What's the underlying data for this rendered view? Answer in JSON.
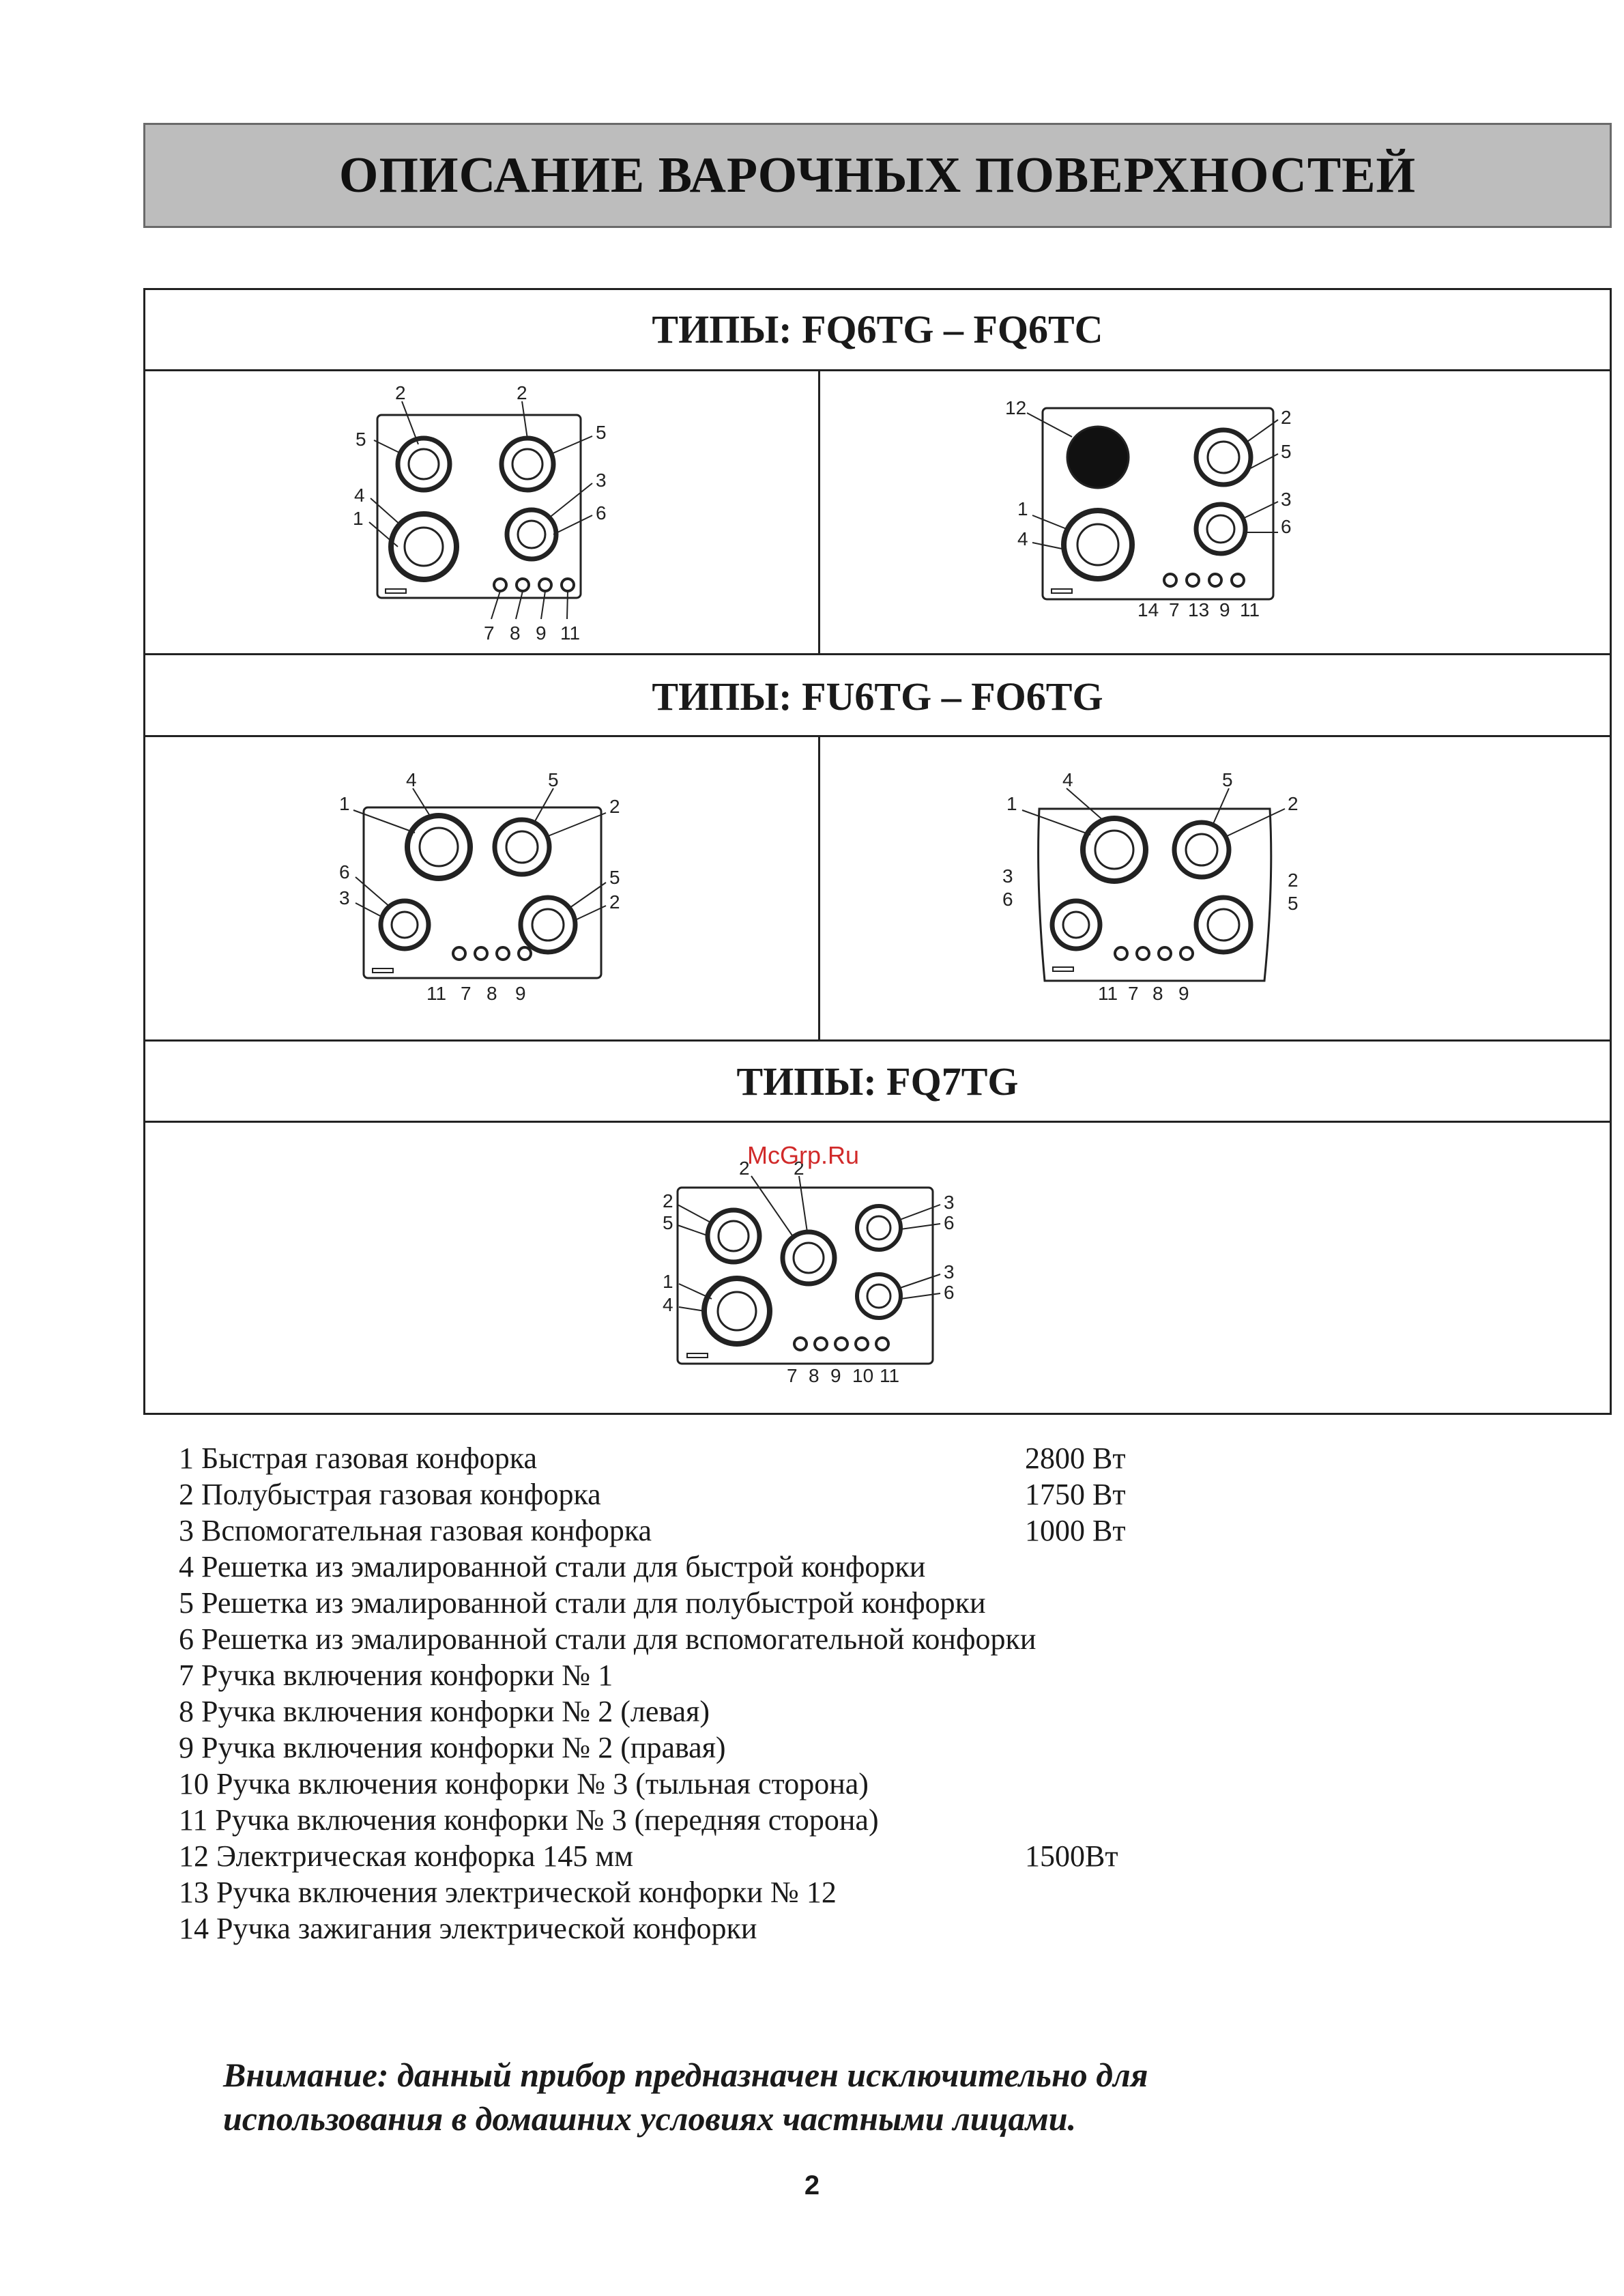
{
  "page_title": "ОПИСАНИЕ ВАРОЧНЫХ ПОВЕРХНОСТЕЙ",
  "type_headings": [
    "ТИПЫ: FQ6TG – FQ6TC",
    "ТИПЫ: FU6TG – FO6TG",
    "ТИПЫ: FQ7TG"
  ],
  "watermark": "McGrp.Ru",
  "legend": [
    {
      "text": "1 Быстрая газовая конфорка",
      "power": "2800 Вт"
    },
    {
      "text": "2 Полубыстрая газовая конфорка",
      "power": "1750 Вт"
    },
    {
      "text": "3 Вспомогательная газовая конфорка",
      "power": "1000 Вт"
    },
    {
      "text": "4 Решетка из эмалированной стали для быстрой конфорки",
      "power": ""
    },
    {
      "text": "5 Решетка из эмалированной стали для полубыстрой конфорки",
      "power": ""
    },
    {
      "text": "6 Решетка из эмалированной стали для вспомогательной конфорки",
      "power": ""
    },
    {
      "text": "7 Ручка включения конфорки № 1",
      "power": ""
    },
    {
      "text": "8 Ручка включения конфорки № 2 (левая)",
      "power": ""
    },
    {
      "text": "9 Ручка включения конфорки № 2 (правая)",
      "power": ""
    },
    {
      "text": "10 Ручка включения конфорки № 3 (тыльная сторона)",
      "power": ""
    },
    {
      "text": "11 Ручка включения конфорки № 3 (передняя сторона)",
      "power": ""
    },
    {
      "text": "12 Электрическая конфорка 145 мм",
      "power": "1500Вт"
    },
    {
      "text": "13 Ручка включения электрической конфорки № 12",
      "power": ""
    },
    {
      "text": "14 Ручка зажигания электрической конфорки",
      "power": ""
    }
  ],
  "notice_line1": "Внимание: данный прибор предназначен исключительно для",
  "notice_line2": "использования в домашних условиях частными лицами.",
  "page_number": "2",
  "hobs": {
    "fq6tg": {
      "labels": [
        "2",
        "2",
        "5",
        "5",
        "4",
        "3",
        "1",
        "6",
        "7",
        "8",
        "9",
        "11"
      ]
    },
    "fq6tc": {
      "labels": [
        "12",
        "2",
        "5",
        "3",
        "1",
        "6",
        "4",
        "14",
        "7",
        "13",
        "9",
        "11"
      ]
    },
    "fu6tg": {
      "labels": [
        "4",
        "5",
        "1",
        "2",
        "6",
        "5",
        "3",
        "2",
        "11",
        "7",
        "8",
        "9"
      ]
    },
    "fo6tg": {
      "labels": [
        "4",
        "5",
        "1",
        "2",
        "3",
        "2",
        "6",
        "5",
        "11",
        "7",
        "8",
        "9"
      ]
    },
    "fq7tg": {
      "labels": [
        "2",
        "2",
        "3",
        "2",
        "6",
        "5",
        "3",
        "1",
        "6",
        "4",
        "7",
        "8",
        "9",
        "10",
        "11"
      ]
    }
  }
}
